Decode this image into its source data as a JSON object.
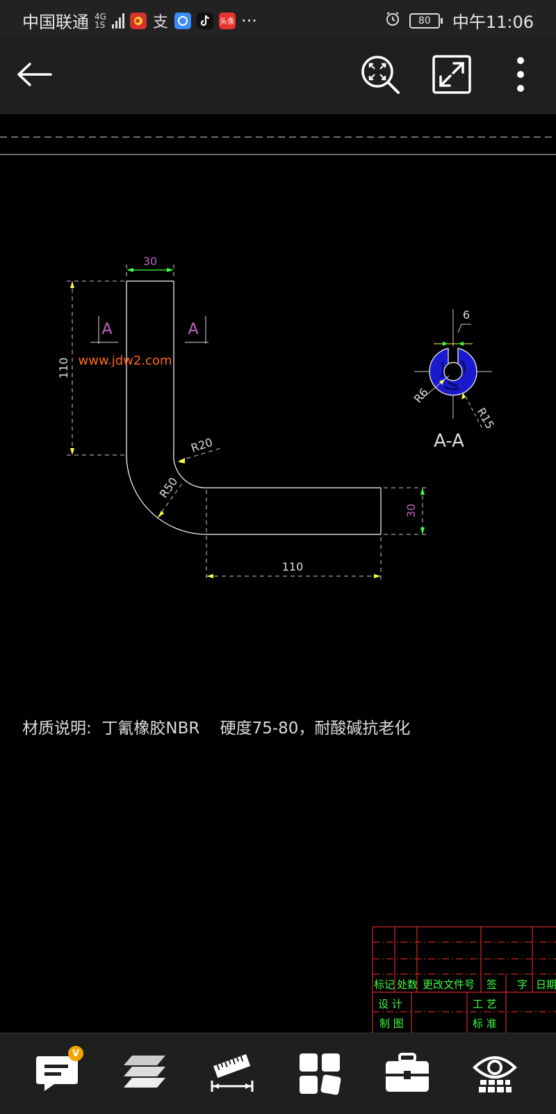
{
  "status": {
    "carrier": "中国联通",
    "network": "4G",
    "network_sub": "1S",
    "app_icons": [
      "weibo-icon",
      "alipay-icon",
      "browser-icon",
      "tiktok-icon",
      "toutiao-icon"
    ],
    "toutiao_label": "头条",
    "alipay_label": "支",
    "more": "···",
    "battery": "80",
    "time": "中午11:06"
  },
  "toolbar": {
    "icons": [
      "back-arrow-icon",
      "zoom-fit-icon",
      "fullscreen-icon",
      "more-vertical-icon"
    ]
  },
  "drawing": {
    "watermark": "www.jdw2.com",
    "dims": {
      "top_width": "30",
      "left_height": "110",
      "bend_inner": "R20",
      "bend_outer": "R50",
      "right_height": "30",
      "bottom_length": "110",
      "section_top": "6",
      "section_inner": "R6",
      "section_outer": "R15"
    },
    "section_markers": {
      "left": "A",
      "right": "A"
    },
    "section_label": "A-A",
    "material_note": "材质说明:  丁氰橡胶NBR    硬度75-80，耐酸碱抗老化",
    "title_block": {
      "row1": [
        "标记",
        "处数",
        "更改文件号",
        "签",
        "字",
        "日期"
      ],
      "row2": [
        "设 计",
        "工 艺"
      ],
      "row3": [
        "制 图",
        "标 准"
      ]
    },
    "colors": {
      "outline": "#ffffff",
      "dim_text": "#c060c0",
      "dim_line": "#ffff40",
      "dim_arrow": "#40ff40",
      "section_fill": "#1a1acc",
      "watermark": "#ff6a1a",
      "titleblock_line": "#ff3030",
      "titleblock_text": "#40ff40"
    }
  },
  "bottombar": {
    "badge": "V",
    "icons": [
      "comment-icon",
      "layers-icon",
      "measure-icon",
      "apps-icon",
      "toolbox-icon",
      "view-icon"
    ]
  }
}
